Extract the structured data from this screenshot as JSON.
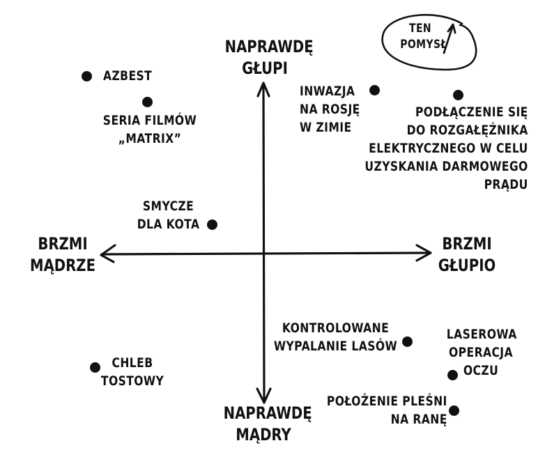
{
  "chart_data": {
    "type": "scatter",
    "title": "",
    "axes": {
      "top": "NAPRAWDĘ\nGŁUPI",
      "bottom": "NAPRAWDĘ\nMĄDRY",
      "left": "BRZMI\nMĄDRZE",
      "right": "BRZMI\nGŁUPIO"
    },
    "xlabel": "BRZMI MĄDRZE ← → BRZMI GŁUPIO",
    "ylabel": "NAPRAWDĘ MĄDRY ← → NAPRAWDĘ GŁUPI",
    "grid": false,
    "points": [
      {
        "label": "AZBEST",
        "x": -0.89,
        "y": 1.0
      },
      {
        "label": "SERIA FILMÓW „MATRIX”",
        "x": -0.71,
        "y": 0.9
      },
      {
        "label": "INWAZJA NA ROSJĘ W ZIMIE",
        "x": 0.67,
        "y": 0.96
      },
      {
        "label": "PODŁĄCZENIE SIĘ DO ROZGAŁĘŹNIKA ELEKTRYCZNEGO W CELU UZYSKANIA DARMOWEGO PRĄDU",
        "x": 1.17,
        "y": 0.94
      },
      {
        "label": "SMYCZE DLA KOTA",
        "x": -0.3,
        "y": 0.17
      },
      {
        "label": "KONTROLOWANE WYPALANIE LASÓW",
        "x": 0.86,
        "y": -0.52
      },
      {
        "label": "LASEROWA OPERACJA OCZU",
        "x": 1.14,
        "y": -0.75
      },
      {
        "label": "POŁOŻENIE PLEŚNI NA RANĘ",
        "x": 1.14,
        "y": -0.97
      },
      {
        "label": "CHLEB TOSTOWY",
        "x": -1.03,
        "y": -0.66
      }
    ],
    "annotations": [
      {
        "text": "TEN POMYSŁ",
        "target": "PODŁĄCZENIE SIĘ DO ROZGAŁĘŹNIKA ELEKTRYCZNEGO W CELU UZYSKANIA DARMOWEGO PRĄDU",
        "shape": "circled with arrow pointing up-right"
      }
    ]
  },
  "labels": {
    "top_axis": "NAPRAWDĘ\nGŁUPI",
    "bottom_axis": "NAPRAWDĘ\nMĄDRY",
    "left_axis": "BRZMI\nMĄDRZE",
    "right_axis": "BRZMI\nGŁUPIO",
    "azbest": "AZBEST",
    "matrix": "SERIA FILMÓW\n„MATRIX”",
    "inwazja": "INWAZJA\nNA ROSJĘ\nW ZIMIE",
    "podlaczenie": "PODŁĄCZENIE SIĘ\nDO ROZGAŁĘŹNIKA\nELEKTRYCZNEGO W CELU\nUZYSKANIA DARMOWEGO\nPRĄDU",
    "smycze": "SMYCZE\nDLA KOTA",
    "kontrolowane": "KONTROLOWANE\nWYPALANIE LASÓW",
    "laserowa": "LASEROWA\nOPERACJA\nOCZU",
    "polozenie": "POŁOŻENIE PLEŚNI\nNA RANĘ",
    "chleb": "CHLEB\nTOSTOWY",
    "ten_pomysl": "TEN\nPOMYSŁ"
  },
  "colors": {
    "ink": "#111111",
    "background": "#ffffff"
  }
}
